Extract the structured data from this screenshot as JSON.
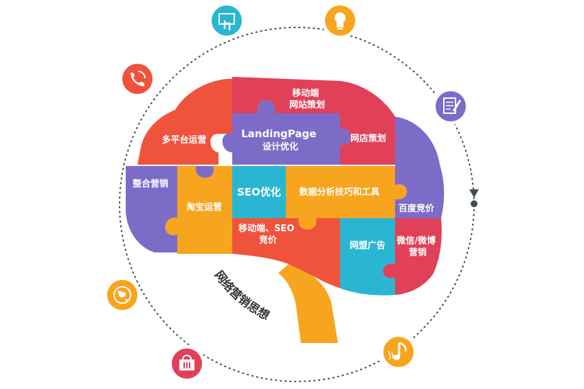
{
  "diagram": {
    "arc_title": "网络营销思想",
    "colors": {
      "red": "#F0533C",
      "pink": "#E04058",
      "purple": "#7D6BC8",
      "orange": "#F7A51E",
      "teal": "#2AB6D3",
      "stem": "#F7A51E",
      "ring": "#3F4F4C"
    },
    "pieces": [
      {
        "key": "top-middle",
        "lines": [
          "移动端",
          "网站策划"
        ],
        "color": "#E04058"
      },
      {
        "key": "top-left",
        "lines": [
          "多平台运营"
        ],
        "color": "#F0533C"
      },
      {
        "key": "center-purple",
        "lines": [
          "LandingPage",
          "设计优化"
        ],
        "color": "#7D6BC8"
      },
      {
        "key": "top-right",
        "lines": [
          "网店策划"
        ],
        "color": "#E04058"
      },
      {
        "key": "mid-left",
        "lines": [
          "整合营销"
        ],
        "color": "#7D6BC8"
      },
      {
        "key": "seo",
        "lines": [
          "SEO优化"
        ],
        "color": "#2AB6D3"
      },
      {
        "key": "data",
        "lines": [
          "数据分析技巧和工具"
        ],
        "color": "#F7A51E"
      },
      {
        "key": "baidu",
        "lines": [
          "百度竞价"
        ],
        "color": "#7D6BC8"
      },
      {
        "key": "taobao",
        "lines": [
          "淘宝运营"
        ],
        "color": "#F7A51E"
      },
      {
        "key": "mobile-seo",
        "lines": [
          "移动端、SEO",
          "竞价"
        ],
        "color": "#F0533C"
      },
      {
        "key": "ads",
        "lines": [
          "网盟广告"
        ],
        "color": "#2AB6D3"
      },
      {
        "key": "weixin",
        "lines": [
          "微信/微博",
          "营销"
        ],
        "color": "#E04058"
      }
    ],
    "orbit_icons": [
      {
        "name": "touch-screen-icon",
        "color": "#2AB6D3"
      },
      {
        "name": "lightbulb-icon",
        "color": "#F7A51E"
      },
      {
        "name": "phone-icon",
        "color": "#F0533C"
      },
      {
        "name": "notepad-icon",
        "color": "#7D6BC8"
      },
      {
        "name": "globe-icon",
        "color": "#F7A51E"
      },
      {
        "name": "shopping-basket-icon",
        "color": "#E04058"
      },
      {
        "name": "music-note-icon",
        "color": "#F7A51E"
      }
    ]
  }
}
